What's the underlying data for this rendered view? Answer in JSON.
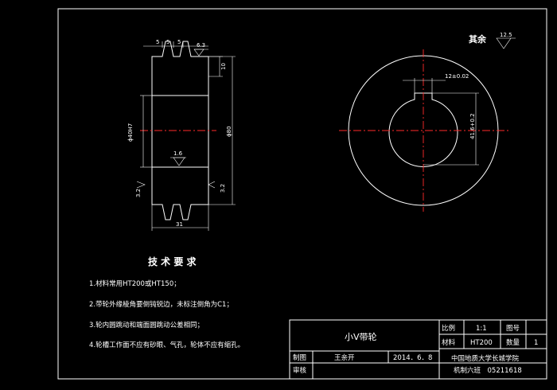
{
  "title_block": {
    "part_name": "小V带轮",
    "scale_label": "比例",
    "scale_value": "1:1",
    "drawing_no_label": "图号",
    "material_label": "材料",
    "material_value": "HT200",
    "quantity_label": "数量",
    "quantity_value": "1",
    "drawn_label": "制图",
    "drawn_by": "王亲开",
    "date": "2014．6．8",
    "checked_label": "审核",
    "school_line1": "中国地质大学长城学院",
    "school_line2": "机制六班　05211618"
  },
  "roughness_note": {
    "label": "其余",
    "value": "12.5"
  },
  "technical_requirements": {
    "heading": "技 术 要 求",
    "items": [
      "1.材料常用HT200或HT150；",
      "2.带轮外缘棱角要倒钝锐边，未标注倒角为C1；",
      "3.轮内圆跳动和端面圆跳动公差相同；",
      "4.轮槽工作面不应有砂眼、气孔，轮体不应有缩孔。"
    ]
  },
  "section_view": {
    "dims": {
      "groove_pitch_1": "5",
      "groove_pitch_2": "5",
      "groove_pitch_3": "5",
      "groove_top_roughness": "6.3",
      "groove_depth": "10",
      "outer_diameter": "ϕ80",
      "bore_diameter": "ϕ40H7",
      "hub_roughness": "1.6",
      "left_roughness": "3.2",
      "right_roughness": "3.2",
      "width": "31"
    }
  },
  "end_view": {
    "dims": {
      "keyway_width": "12±0.02",
      "keyway_depth": "41.6+0.2"
    }
  }
}
